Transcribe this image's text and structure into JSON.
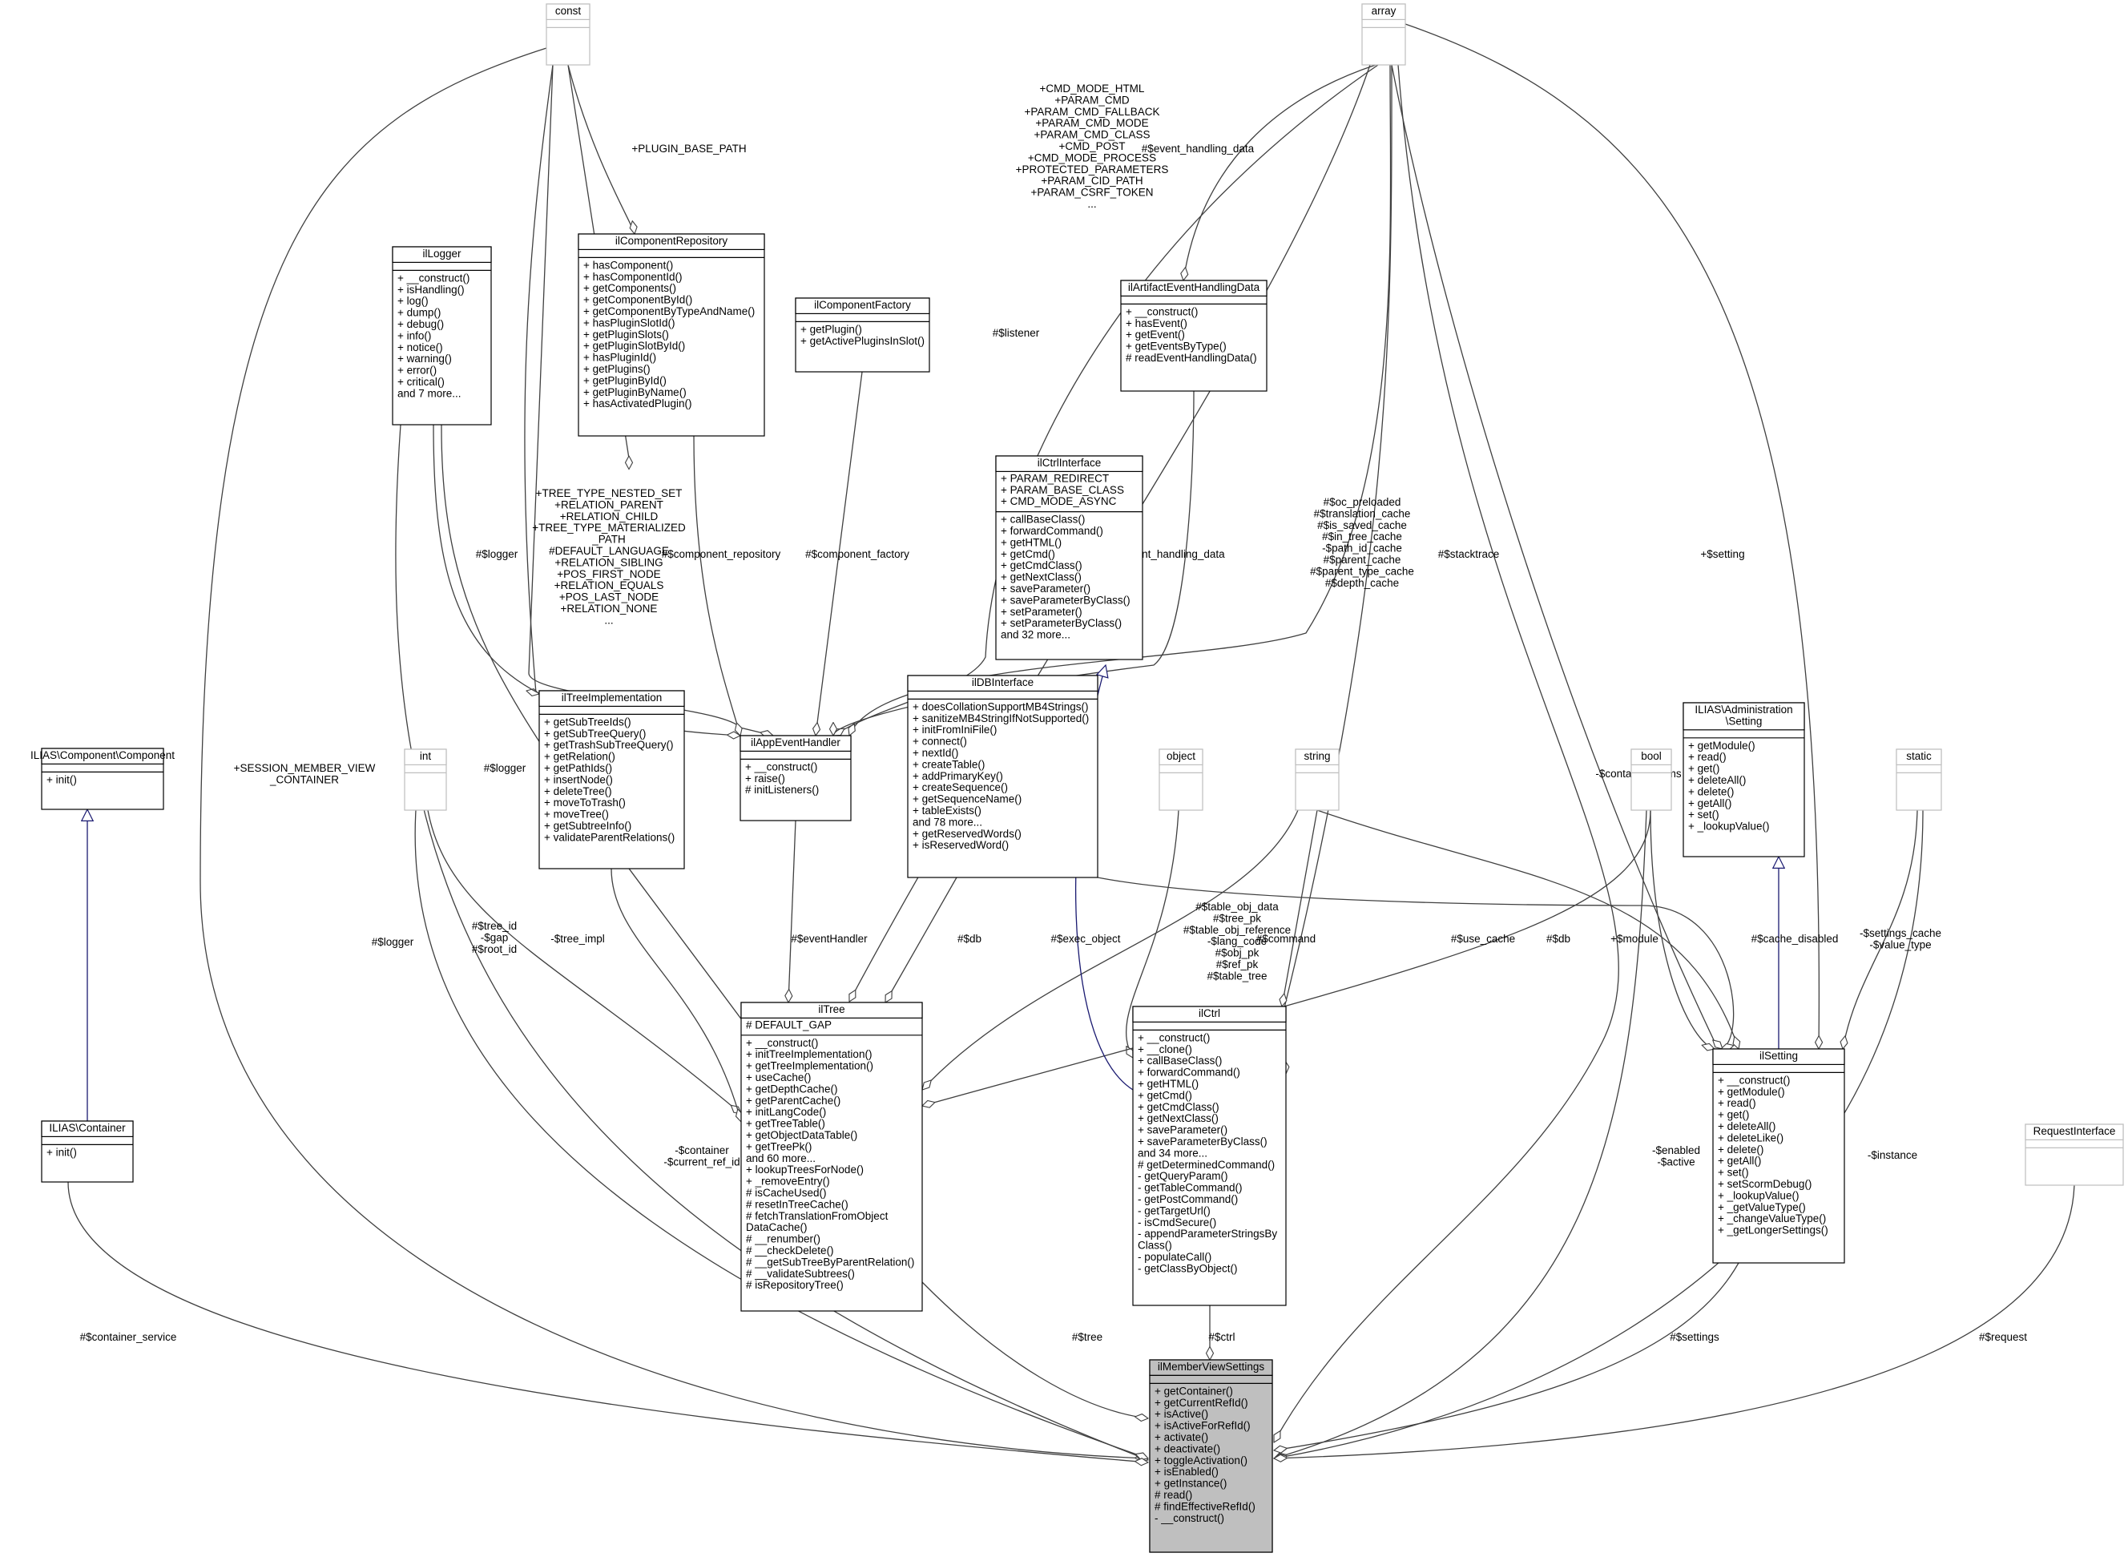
{
  "diagram": {
    "nodes": [
      {
        "id": "const",
        "title": [
          "const"
        ],
        "sections": [
          [],
          []
        ],
        "style": "primitive"
      },
      {
        "id": "array",
        "title": [
          "array"
        ],
        "sections": [
          [],
          []
        ],
        "style": "primitive"
      },
      {
        "id": "ilLogger",
        "title": [
          "ilLogger"
        ],
        "sections": [
          [],
          [
            "+ __construct()",
            "+ isHandling()",
            "+ log()",
            "+ dump()",
            "+ debug()",
            "+ info()",
            "+ notice()",
            "+ warning()",
            "+ error()",
            "+ critical()",
            "and 7 more..."
          ]
        ],
        "style": "class"
      },
      {
        "id": "ilComponentRepository",
        "title": [
          "ilComponentRepository"
        ],
        "sections": [
          [],
          [
            "+ hasComponent()",
            "+ hasComponentId()",
            "+ getComponents()",
            "+ getComponentById()",
            "+ getComponentByTypeAndName()",
            "+ hasPluginSlotId()",
            "+ getPluginSlots()",
            "+ getPluginSlotById()",
            "+ hasPluginId()",
            "+ getPlugins()",
            "+ getPluginById()",
            "+ getPluginByName()",
            "+ hasActivatedPlugin()"
          ]
        ],
        "style": "class"
      },
      {
        "id": "ilComponentFactory",
        "title": [
          "ilComponentFactory"
        ],
        "sections": [
          [],
          [
            "+ getPlugin()",
            "+ getActivePluginsInSlot()"
          ]
        ],
        "style": "class"
      },
      {
        "id": "ilArtifactEventHandlingData",
        "title": [
          "ilArtifactEventHandlingData"
        ],
        "sections": [
          [],
          [
            "+ __construct()",
            "+ hasEvent()",
            "+ getEvent()",
            "+ getEventsByType()",
            "# readEventHandlingData()"
          ]
        ],
        "style": "class"
      },
      {
        "id": "ilCtrlInterface",
        "title": [
          "ilCtrlInterface"
        ],
        "sections": [
          [
            "+ PARAM_REDIRECT",
            "+ PARAM_BASE_CLASS",
            "+ CMD_MODE_ASYNC"
          ],
          [
            "+ callBaseClass()",
            "+ forwardCommand()",
            "+ getHTML()",
            "+ getCmd()",
            "+ getCmdClass()",
            "+ getNextClass()",
            "+ saveParameter()",
            "+ saveParameterByClass()",
            "+ setParameter()",
            "+ setParameterByClass()",
            "and 32 more..."
          ]
        ],
        "style": "class"
      },
      {
        "id": "ILIASComponent",
        "title": [
          "ILIAS\\Component\\Component"
        ],
        "sections": [
          [],
          [
            "+ init()"
          ]
        ],
        "style": "class"
      },
      {
        "id": "int",
        "title": [
          "int"
        ],
        "sections": [
          [],
          []
        ],
        "style": "primitive"
      },
      {
        "id": "ilTreeImplementation",
        "title": [
          "ilTreeImplementation"
        ],
        "sections": [
          [],
          [
            "+ getSubTreeIds()",
            "+ getSubTreeQuery()",
            "+ getTrashSubTreeQuery()",
            "+ getRelation()",
            "+ getPathIds()",
            "+ insertNode()",
            "+ deleteTree()",
            "+ moveToTrash()",
            "+ moveTree()",
            "+ getSubtreeInfo()",
            "+ validateParentRelations()"
          ]
        ],
        "style": "class"
      },
      {
        "id": "ilAppEventHandler",
        "title": [
          "ilAppEventHandler"
        ],
        "sections": [
          [],
          [
            "+ __construct()",
            "+ raise()",
            "# initListeners()"
          ]
        ],
        "style": "class"
      },
      {
        "id": "ilDBInterface",
        "title": [
          "ilDBInterface"
        ],
        "sections": [
          [],
          [
            "+ doesCollationSupportMB4Strings()",
            "+ sanitizeMB4StringIfNotSupported()",
            "+ initFromIniFile()",
            "+ connect()",
            "+ nextId()",
            "+ createTable()",
            "+ addPrimaryKey()",
            "+ createSequence()",
            "+ getSequenceName()",
            "+ tableExists()",
            "and 78 more...",
            "+ getReservedWords()",
            "+ isReservedWord()"
          ]
        ],
        "style": "class"
      },
      {
        "id": "object",
        "title": [
          "object"
        ],
        "sections": [
          [],
          []
        ],
        "style": "primitive"
      },
      {
        "id": "string",
        "title": [
          "string"
        ],
        "sections": [
          [],
          []
        ],
        "style": "primitive"
      },
      {
        "id": "bool",
        "title": [
          "bool"
        ],
        "sections": [
          [],
          []
        ],
        "style": "primitive"
      },
      {
        "id": "ILIASAdminSetting",
        "title": [
          "ILIAS\\Administration",
          "\\Setting"
        ],
        "sections": [
          [],
          [
            "+ getModule()",
            "+ read()",
            "+ get()",
            "+ deleteAll()",
            "+ delete()",
            "+ getAll()",
            "+ set()",
            "+ _lookupValue()"
          ]
        ],
        "style": "class"
      },
      {
        "id": "static",
        "title": [
          "static"
        ],
        "sections": [
          [],
          []
        ],
        "style": "primitive"
      },
      {
        "id": "ILIASContainer",
        "title": [
          "ILIAS\\Container"
        ],
        "sections": [
          [],
          [
            "+ init()"
          ]
        ],
        "style": "class"
      },
      {
        "id": "ilTree",
        "title": [
          "ilTree"
        ],
        "sections": [
          [
            "# DEFAULT_GAP"
          ],
          [
            "+ __construct()",
            "+ initTreeImplementation()",
            "+ getTreeImplementation()",
            "+ useCache()",
            "+ getDepthCache()",
            "+ getParentCache()",
            "+ initLangCode()",
            "+ getTreeTable()",
            "+ getObjectDataTable()",
            "+ getTreePk()",
            "and 60 more...",
            "+ lookupTreesForNode()",
            "+ _removeEntry()",
            "# isCacheUsed()",
            "# resetInTreeCache()",
            "# fetchTranslationFromObject",
            "DataCache()",
            "# __renumber()",
            "# __checkDelete()",
            "# __getSubTreeByParentRelation()",
            "# __validateSubtrees()",
            "# isRepositoryTree()"
          ]
        ],
        "style": "class"
      },
      {
        "id": "ilCtrl",
        "title": [
          "ilCtrl"
        ],
        "sections": [
          [],
          [
            "+ __construct()",
            "+ __clone()",
            "+ callBaseClass()",
            "+ forwardCommand()",
            "+ getHTML()",
            "+ getCmd()",
            "+ getCmdClass()",
            "+ getNextClass()",
            "+ saveParameter()",
            "+ saveParameterByClass()",
            "and 34 more...",
            "# getDeterminedCommand()",
            "- getQueryParam()",
            "- getTableCommand()",
            "- getPostCommand()",
            "- getTargetUrl()",
            "- isCmdSecure()",
            "- appendParameterStringsBy",
            "Class()",
            "- populateCall()",
            "- getClassByObject()"
          ]
        ],
        "style": "class"
      },
      {
        "id": "ilSetting",
        "title": [
          "ilSetting"
        ],
        "sections": [
          [],
          [
            "+ __construct()",
            "+ getModule()",
            "+ read()",
            "+ get()",
            "+ deleteAll()",
            "+ deleteLike()",
            "+ delete()",
            "+ getAll()",
            "+ set()",
            "+ setScormDebug()",
            "+ _lookupValue()",
            "+ _getValueType()",
            "+ _changeValueType()",
            "+ _getLongerSettings()"
          ]
        ],
        "style": "class"
      },
      {
        "id": "RequestInterface",
        "title": [
          "RequestInterface"
        ],
        "sections": [
          [],
          []
        ],
        "style": "primitive"
      },
      {
        "id": "ilMemberViewSettings",
        "title": [
          "ilMemberViewSettings"
        ],
        "sections": [
          [],
          [
            "+ getContainer()",
            "+ getCurrentRefId()",
            "+ isActive()",
            "+ isActiveForRefId()",
            "+ activate()",
            "+ deactivate()",
            "+ toggleActivation()",
            "+ isEnabled()",
            "+ getInstance()",
            "# read()",
            "# findEffectiveRefId()",
            "- __construct()"
          ]
        ],
        "style": "focus"
      }
    ],
    "edge_labels": [
      {
        "id": "lbl-plugin-base-path",
        "lines": [
          "+PLUGIN_BASE_PATH"
        ]
      },
      {
        "id": "lbl-ctrl-consts",
        "lines": [
          "+CMD_MODE_HTML",
          "+PARAM_CMD",
          "+PARAM_CMD_FALLBACK",
          "+PARAM_CMD_MODE",
          "+PARAM_CMD_CLASS",
          "+CMD_POST",
          "+CMD_MODE_PROCESS",
          "+PROTECTED_PARAMETERS",
          "+PARAM_CID_PATH",
          "+PARAM_CSRF_TOKEN",
          "..."
        ]
      },
      {
        "id": "lbl-event-handling-data-hash",
        "lines": [
          "#$event_handling_data"
        ]
      },
      {
        "id": "lbl-listener",
        "lines": [
          "#$listener"
        ]
      },
      {
        "id": "lbl-logger-appev",
        "lines": [
          "#$logger"
        ]
      },
      {
        "id": "lbl-component-repository",
        "lines": [
          "#$component_repository"
        ]
      },
      {
        "id": "lbl-component-factory",
        "lines": [
          "#$component_factory"
        ]
      },
      {
        "id": "lbl-event-handling-data-priv",
        "lines": [
          "-$event_handling_data"
        ]
      },
      {
        "id": "lbl-tree-consts",
        "lines": [
          "+TREE_TYPE_NESTED_SET",
          "+RELATION_PARENT",
          "+RELATION_CHILD",
          "+TREE_TYPE_MATERIALIZED",
          "_PATH",
          "#DEFAULT_LANGUAGE",
          "+RELATION_SIBLING",
          "+POS_FIRST_NODE",
          "+RELATION_EQUALS",
          "+POS_LAST_NODE",
          "+RELATION_NONE",
          "..."
        ]
      },
      {
        "id": "lbl-tree-caches",
        "lines": [
          "#$oc_preloaded",
          "#$translation_cache",
          "#$is_saved_cache",
          "#$in_tree_cache",
          "-$path_id_cache",
          "#$parent_cache",
          "#$parent_type_cache",
          "#$depth_cache"
        ]
      },
      {
        "id": "lbl-stacktrace",
        "lines": [
          "#$stacktrace"
        ]
      },
      {
        "id": "lbl-setting",
        "lines": [
          "+$setting"
        ]
      },
      {
        "id": "lbl-session-member",
        "lines": [
          "+SESSION_MEMBER_VIEW",
          "_CONTAINER"
        ]
      },
      {
        "id": "lbl-logger-tree",
        "lines": [
          "#$logger"
        ]
      },
      {
        "id": "lbl-logger-mvs",
        "lines": [
          "#$logger"
        ]
      },
      {
        "id": "lbl-tree-ids",
        "lines": [
          "#$tree_id",
          "-$gap",
          "#$root_id"
        ]
      },
      {
        "id": "lbl-tree-impl",
        "lines": [
          "-$tree_impl"
        ]
      },
      {
        "id": "lbl-event-handler",
        "lines": [
          "#$eventHandler"
        ]
      },
      {
        "id": "lbl-db-tree",
        "lines": [
          "#$db"
        ]
      },
      {
        "id": "lbl-tree-strings",
        "lines": [
          "#$table_obj_data",
          "#$tree_pk",
          "#$table_obj_reference",
          "-$lang_code",
          "#$obj_pk",
          "#$ref_pk",
          "#$table_tree"
        ]
      },
      {
        "id": "lbl-exec-object",
        "lines": [
          "#$exec_object"
        ]
      },
      {
        "id": "lbl-command",
        "lines": [
          "#$command"
        ]
      },
      {
        "id": "lbl-use-cache",
        "lines": [
          "#$use_cache"
        ]
      },
      {
        "id": "lbl-db-setting",
        "lines": [
          "#$db"
        ]
      },
      {
        "id": "lbl-module",
        "lines": [
          "+$module"
        ]
      },
      {
        "id": "lbl-cache-disabled",
        "lines": [
          "#$cache_disabled"
        ]
      },
      {
        "id": "lbl-container-items",
        "lines": [
          "-$container_items"
        ]
      },
      {
        "id": "lbl-settings-cache",
        "lines": [
          "-$settings_cache",
          "-$value_type"
        ]
      },
      {
        "id": "lbl-container",
        "lines": [
          "-$container",
          "-$current_ref_id"
        ]
      },
      {
        "id": "lbl-enabled",
        "lines": [
          "-$enabled",
          "-$active"
        ]
      },
      {
        "id": "lbl-instance",
        "lines": [
          "-$instance"
        ]
      },
      {
        "id": "lbl-container-service",
        "lines": [
          "#$container_service"
        ]
      },
      {
        "id": "lbl-tree",
        "lines": [
          "#$tree"
        ]
      },
      {
        "id": "lbl-ctrl",
        "lines": [
          "#$ctrl"
        ]
      },
      {
        "id": "lbl-settings",
        "lines": [
          "#$settings"
        ]
      },
      {
        "id": "lbl-request",
        "lines": [
          "#$request"
        ]
      }
    ]
  }
}
